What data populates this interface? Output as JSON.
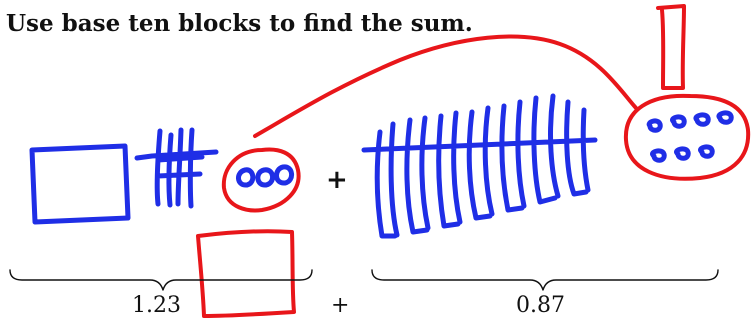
{
  "instruction": "Use base ten blocks to find the sum.",
  "operator_middle": "+",
  "addends": {
    "left": "1.23",
    "operator": "+",
    "right": "0.87"
  },
  "colors": {
    "blue_ink": "#1f2ee6",
    "red_ink": "#e8161a",
    "print": "#111111"
  }
}
